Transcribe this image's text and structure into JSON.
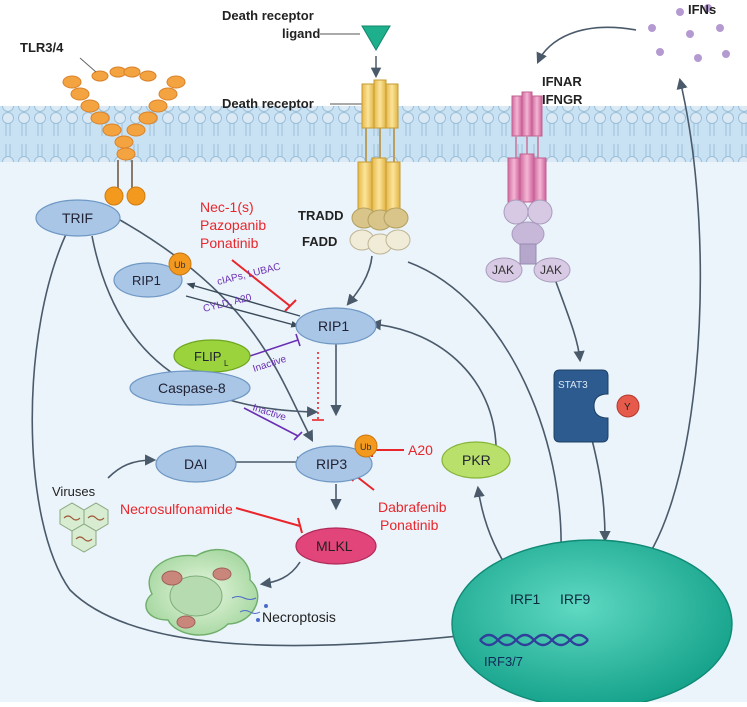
{
  "labels": {
    "tlr": "TLR3/4",
    "death_receptor_ligand_line1": "Death receptor",
    "death_receptor_ligand_line2": "ligand",
    "death_receptor": "Death receptor",
    "ifnar": "IFNAR",
    "ifngr": "IFNGR",
    "ifns": "IFNs",
    "tradd": "TRADD",
    "fadd": "FADD",
    "jak_left": "JAK",
    "jak_right": "JAK",
    "trif": "TRIF",
    "rip1_ub": "RIP1",
    "ub_1": "Ub",
    "rip1": "RIP1",
    "flip": "FLIP",
    "flip_sub": "L",
    "caspase8": "Caspase-8",
    "rip3": "RIP3",
    "ub_2": "Ub",
    "dai": "DAI",
    "pkr": "PKR",
    "mlkl": "MLKL",
    "stat3": "STAT3",
    "y": "Y",
    "viruses": "Viruses",
    "necroptosis": "Necroptosis",
    "irf1": "IRF1",
    "irf9": "IRF9",
    "irf37": "IRF3/7"
  },
  "inhibitors": {
    "nec1_line1": "Nec-1(s)",
    "nec1_line2": "Pazopanib",
    "nec1_line3": "Ponatinib",
    "a20": "A20",
    "necrosulfonamide": "Necrosulfonamide",
    "dabrafenib_line1": "Dabrafenib",
    "dabrafenib_line2": "Ponatinib"
  },
  "arrow_labels": {
    "ciaps_lubac": "cIAPs, LUBAC",
    "cyld_a20": "CYLD, A20",
    "inactive_1": "Inactive",
    "inactive_2": "Inactive"
  },
  "colors": {
    "inhibitor_red": "#e8262b",
    "label_purple": "#6b2fb3",
    "protein_blue": "#a9c6e6",
    "membrane": "#b6d6ee",
    "nucleus": "#1bb59b",
    "mlkl_pink": "#e2457a",
    "flip_green": "#9bd33c",
    "ub_orange": "#f39a1e"
  }
}
